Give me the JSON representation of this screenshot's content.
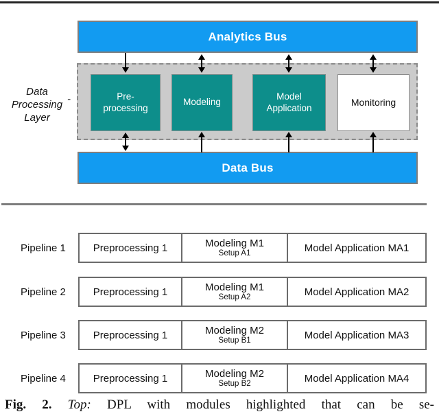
{
  "diagram": {
    "analytics_bus_label": "Analytics Bus",
    "data_bus_label": "Data Bus",
    "layer_label": {
      "line1": "Data",
      "line2": "Processing",
      "line3": "Layer",
      "dash": "-"
    },
    "modules": [
      {
        "name": "preprocessing",
        "label": "Pre-\nprocessing",
        "style": "teal"
      },
      {
        "name": "modeling",
        "label": "Modeling",
        "style": "teal"
      },
      {
        "name": "model-application",
        "label": "Model\nApplication",
        "style": "teal"
      },
      {
        "name": "monitoring",
        "label": "Monitoring",
        "style": "white"
      }
    ],
    "colors": {
      "bus_blue": "#129BF1",
      "module_teal": "#0D8E8B",
      "layer_gray": "#CBCBCB",
      "border_gray": "#7E7E7E"
    }
  },
  "pipelines": [
    {
      "label": "Pipeline 1",
      "cells": [
        {
          "main": "Preprocessing 1"
        },
        {
          "main": "Modeling M1",
          "sub": "Setup A1"
        },
        {
          "main": "Model Application MA1"
        }
      ]
    },
    {
      "label": "Pipeline 2",
      "cells": [
        {
          "main": "Preprocessing 1"
        },
        {
          "main": "Modeling M1",
          "sub": "Setup A2"
        },
        {
          "main": "Model Application MA2"
        }
      ]
    },
    {
      "label": "Pipeline 3",
      "cells": [
        {
          "main": "Preprocessing 1"
        },
        {
          "main": "Modeling M2",
          "sub": "Setup B1"
        },
        {
          "main": "Model Application MA3"
        }
      ]
    },
    {
      "label": "Pipeline 4",
      "cells": [
        {
          "main": "Preprocessing 1"
        },
        {
          "main": "Modeling M2",
          "sub": "Setup B2"
        },
        {
          "main": "Model Application MA4"
        }
      ]
    }
  ],
  "caption": {
    "fig_label": "Fig. 2.",
    "top_label": "Top:",
    "text": "DPL with modules highlighted that can be se-"
  }
}
